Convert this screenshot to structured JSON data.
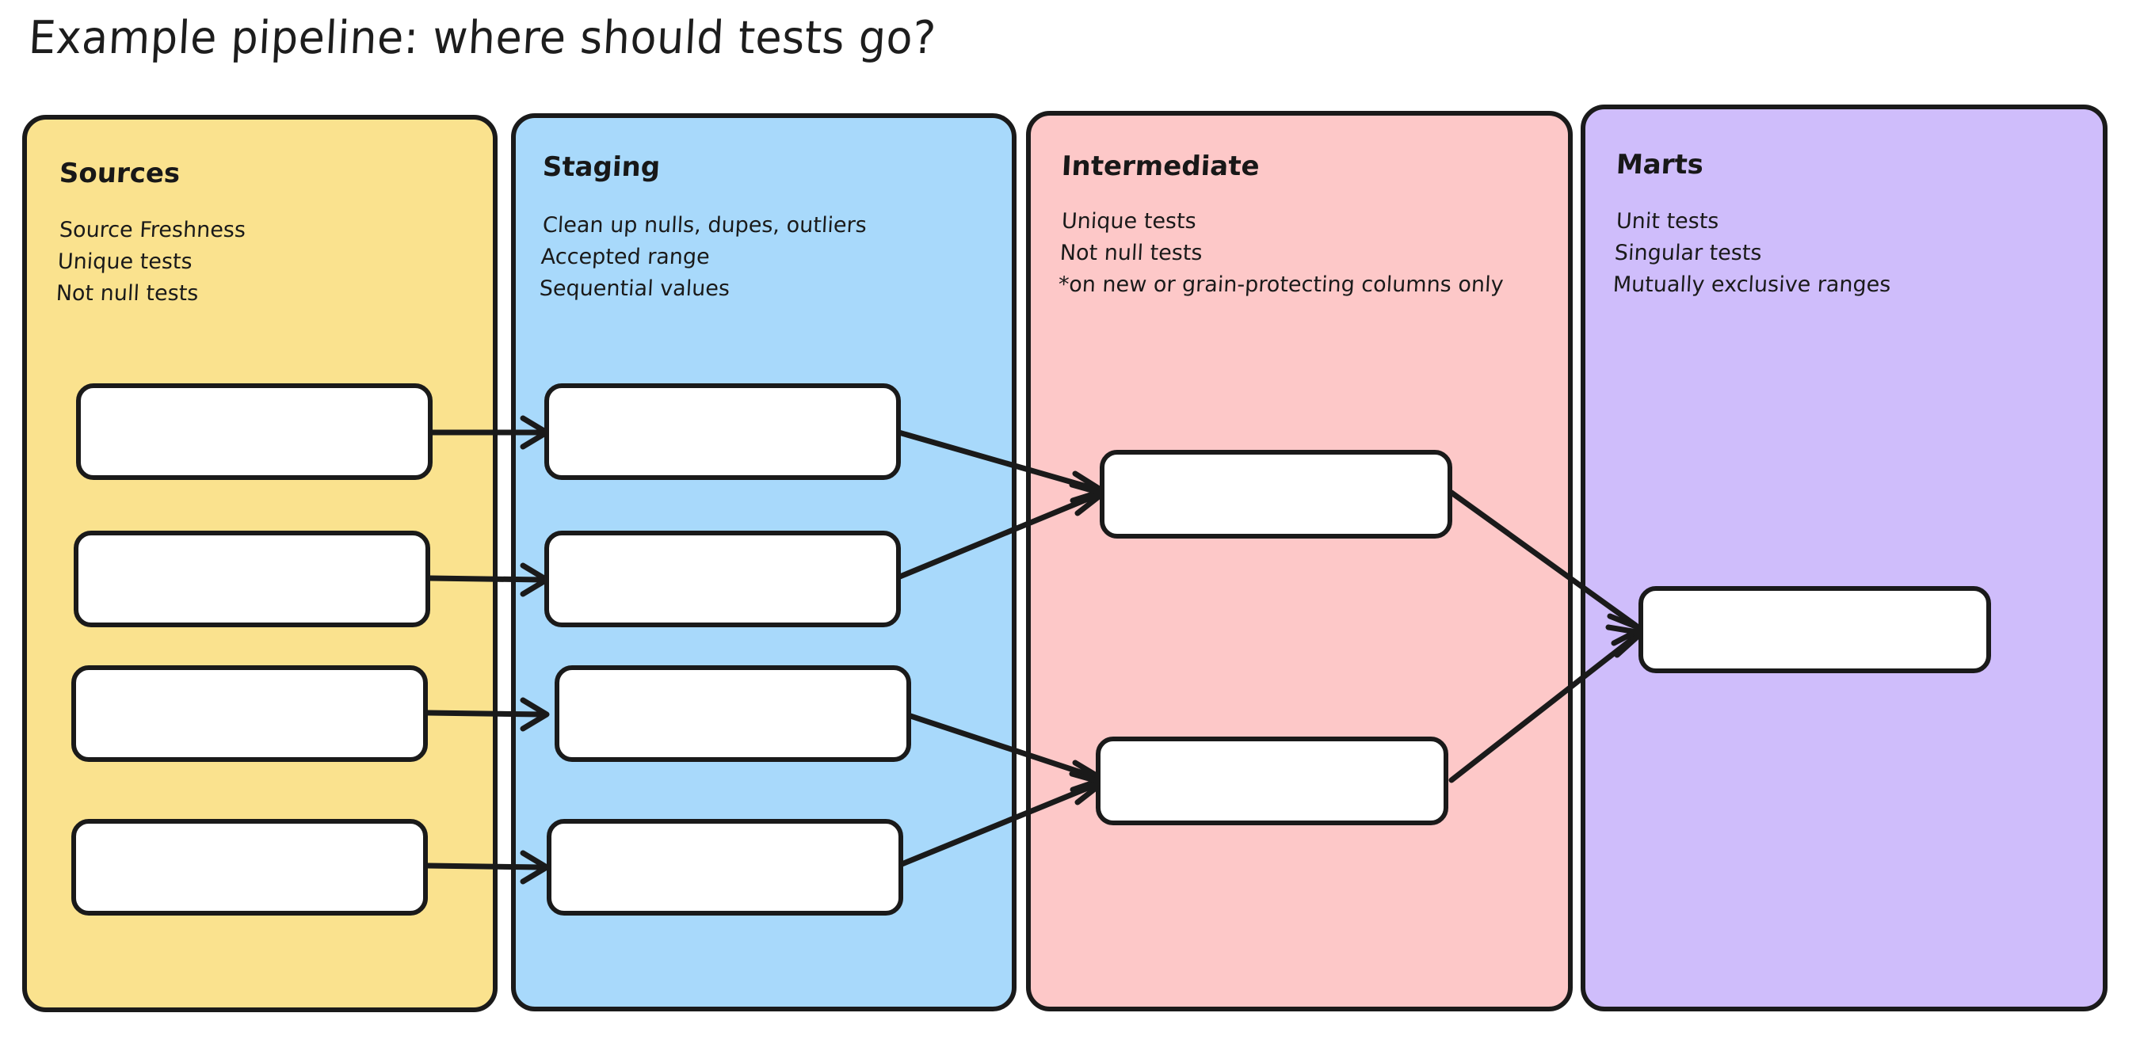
{
  "title": "Example pipeline: where should tests go?",
  "lanes": [
    {
      "id": "sources",
      "title": "Sources",
      "color": "#fae28e",
      "notes": [
        "Source Freshness",
        "Unique tests",
        "Not null tests"
      ],
      "nodes": [
        "",
        "",
        "",
        ""
      ]
    },
    {
      "id": "staging",
      "title": "Staging",
      "color": "#a8d9fb",
      "notes": [
        "Clean up nulls, dupes, outliers",
        "Accepted range",
        "Sequential values"
      ],
      "nodes": [
        "",
        "",
        "",
        ""
      ]
    },
    {
      "id": "intermediate",
      "title": "Intermediate",
      "color": "#fdc8c8",
      "notes": [
        "Unique tests",
        "Not null tests",
        "*on new or grain-protecting columns only"
      ],
      "nodes": [
        "",
        ""
      ]
    },
    {
      "id": "marts",
      "title": "Marts",
      "color": "#cfbdfb",
      "notes": [
        "Unit tests",
        "Singular tests",
        "Mutually exclusive ranges"
      ],
      "nodes": [
        ""
      ]
    }
  ],
  "edges": [
    {
      "from": "sources-node-1",
      "to": "staging-node-1"
    },
    {
      "from": "sources-node-2",
      "to": "staging-node-2"
    },
    {
      "from": "sources-node-3",
      "to": "staging-node-3"
    },
    {
      "from": "sources-node-4",
      "to": "staging-node-4"
    },
    {
      "from": "staging-node-1",
      "to": "intermediate-node-1"
    },
    {
      "from": "staging-node-2",
      "to": "intermediate-node-1"
    },
    {
      "from": "staging-node-3",
      "to": "intermediate-node-2"
    },
    {
      "from": "staging-node-4",
      "to": "intermediate-node-2"
    },
    {
      "from": "intermediate-node-1",
      "to": "marts-node-1"
    },
    {
      "from": "intermediate-node-2",
      "to": "marts-node-1"
    }
  ],
  "stroke_color": "#1a1a1a",
  "node_fill": "#ffffff",
  "background": "#ffffff"
}
